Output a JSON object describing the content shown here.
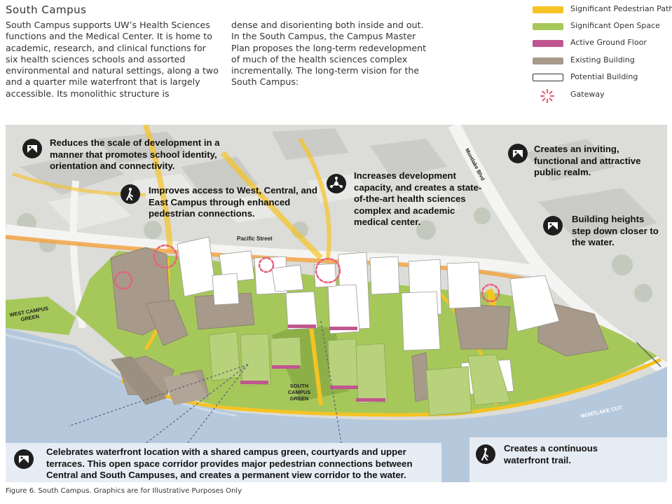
{
  "title": "South Campus",
  "intro": {
    "col1": "South Campus supports UW’s Health Sciences functions and the Medical Center. It is home to academic, research, and clinical functions for six health sciences schools and assorted environmental and natural settings, along a two and a quarter mile waterfront that is largely accessible. Its monolithic structure is",
    "col2": "dense and disorienting both inside and out. In the South Campus, the Campus Master Plan proposes the long-term redevelopment of much of the health sciences complex incrementally. The long-term vision for the South Campus:"
  },
  "legend": [
    {
      "label": "Significant Pedestrian Path",
      "color": "#f6c324",
      "style": "fill"
    },
    {
      "label": "Significant Open Space",
      "color": "#a6c85a",
      "style": "fill"
    },
    {
      "label": "Active Ground Floor",
      "color": "#c0568f",
      "style": "fill"
    },
    {
      "label": "Existing Building",
      "color": "#a79a8a",
      "style": "fill"
    },
    {
      "label": "Potential Building",
      "color": "#ffffff",
      "style": "outline"
    },
    {
      "label": "Gateway",
      "color": "#e8607a",
      "style": "gateway"
    }
  ],
  "map_labels": {
    "pacific_street": "Pacific Street",
    "montlake_blvd": "Montlake Blvd",
    "west_campus_green": "WEST CAMPUS GREEN",
    "south_campus_green": "SOUTH CAMPUS GREEN",
    "montlake_cut": "MONTLAKE CUT"
  },
  "callouts": {
    "scale": "Reduces the scale of development in a manner that promotes school identity, orientation and connectivity.",
    "access": "Improves access to West, Central, and East Campus through enhanced pedestrian connections.",
    "capacity": "Increases development capacity, and creates a state-of-the-art health sciences complex and academic medical center.",
    "realm": "Creates an inviting, functional and attractive public realm.",
    "heights": "Building heights step down closer to the water.",
    "waterfront": "Celebrates waterfront location with a shared campus green, courtyards and upper terraces. This open space corridor provides major pedestrian connections between Central and South Campuses, and creates a permanent view corridor to the water.",
    "trail": "Creates a continuous waterfront trail."
  },
  "caption": "Figure 6. South Campus. Graphics are for Illustrative Purposes Only"
}
